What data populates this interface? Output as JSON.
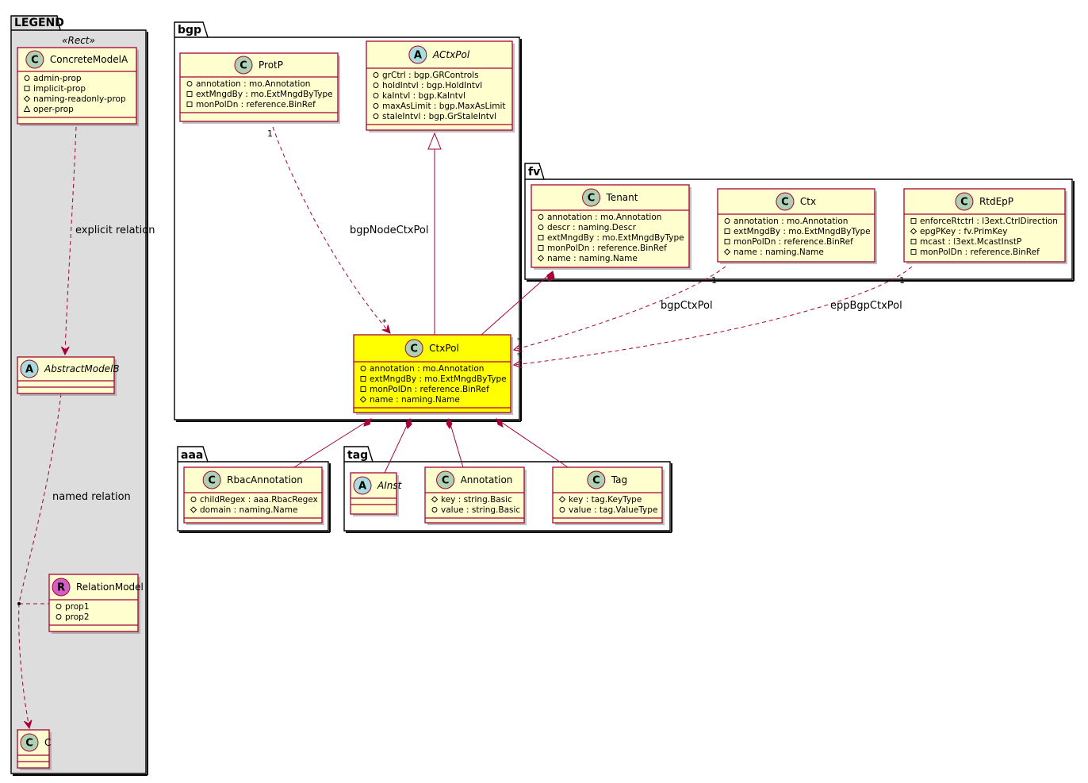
{
  "colors": {
    "border": "#A80036",
    "classFill": "#FEFECE",
    "highlightFill": "#FFFF00",
    "legendFill": "#DDDDDD",
    "classCircle": "#ADD1B2",
    "abstractCircle": "#A9DCDF",
    "relationCircle": "#D15FC5"
  },
  "packages": {
    "legend": {
      "name": "LEGEND",
      "stereotype": "«Rect»"
    },
    "bgp": {
      "name": "bgp"
    },
    "fv": {
      "name": "fv"
    },
    "aaa": {
      "name": "aaa"
    },
    "tag": {
      "name": "tag"
    }
  },
  "classes": {
    "concreteModelA": {
      "letter": "C",
      "name": "ConcreteModelA",
      "attrs": [
        {
          "vis": "public",
          "text": "admin-prop"
        },
        {
          "vis": "private",
          "text": "implicit-prop"
        },
        {
          "vis": "protected",
          "text": "naming-readonly-prop"
        },
        {
          "vis": "package",
          "text": "oper-prop"
        }
      ]
    },
    "abstractModelB": {
      "letter": "A",
      "name": "AbstractModelB",
      "attrs": []
    },
    "relationModel": {
      "letter": "R",
      "name": "RelationModel",
      "attrs": [
        {
          "vis": "public",
          "text": "prop1"
        },
        {
          "vis": "public",
          "text": "prop2"
        }
      ]
    },
    "c": {
      "letter": "C",
      "name": "C",
      "attrs": []
    },
    "protP": {
      "letter": "C",
      "name": "ProtP",
      "attrs": [
        {
          "vis": "public",
          "text": "annotation : mo.Annotation"
        },
        {
          "vis": "private",
          "text": "extMngdBy : mo.ExtMngdByType"
        },
        {
          "vis": "private",
          "text": "monPolDn : reference.BinRef"
        }
      ]
    },
    "aCtxPol": {
      "letter": "A",
      "name": "ACtxPol",
      "attrs": [
        {
          "vis": "public",
          "text": "grCtrl : bgp.GRControls"
        },
        {
          "vis": "public",
          "text": "holdIntvl : bgp.HoldIntvl"
        },
        {
          "vis": "public",
          "text": "kaIntvl : bgp.KaIntvl"
        },
        {
          "vis": "public",
          "text": "maxAsLimit : bgp.MaxAsLimit"
        },
        {
          "vis": "public",
          "text": "staleIntvl : bgp.GrStaleIntvl"
        }
      ]
    },
    "ctxPol": {
      "letter": "C",
      "name": "CtxPol",
      "attrs": [
        {
          "vis": "public",
          "text": "annotation : mo.Annotation"
        },
        {
          "vis": "private",
          "text": "extMngdBy : mo.ExtMngdByType"
        },
        {
          "vis": "private",
          "text": "monPolDn : reference.BinRef"
        },
        {
          "vis": "protected",
          "text": "name : naming.Name"
        }
      ]
    },
    "tenant": {
      "letter": "C",
      "name": "Tenant",
      "attrs": [
        {
          "vis": "public",
          "text": "annotation : mo.Annotation"
        },
        {
          "vis": "public",
          "text": "descr : naming.Descr"
        },
        {
          "vis": "private",
          "text": "extMngdBy : mo.ExtMngdByType"
        },
        {
          "vis": "private",
          "text": "monPolDn : reference.BinRef"
        },
        {
          "vis": "protected",
          "text": "name : naming.Name"
        }
      ]
    },
    "ctx": {
      "letter": "C",
      "name": "Ctx",
      "attrs": [
        {
          "vis": "public",
          "text": "annotation : mo.Annotation"
        },
        {
          "vis": "private",
          "text": "extMngdBy : mo.ExtMngdByType"
        },
        {
          "vis": "private",
          "text": "monPolDn : reference.BinRef"
        },
        {
          "vis": "protected",
          "text": "name : naming.Name"
        }
      ]
    },
    "rtdEpP": {
      "letter": "C",
      "name": "RtdEpP",
      "attrs": [
        {
          "vis": "private",
          "text": "enforceRtctrl : l3ext.CtrlDirection"
        },
        {
          "vis": "protected",
          "text": "epgPKey : fv.PrimKey"
        },
        {
          "vis": "private",
          "text": "mcast : l3ext.McastInstP"
        },
        {
          "vis": "private",
          "text": "monPolDn : reference.BinRef"
        }
      ]
    },
    "rbacAnnotation": {
      "letter": "C",
      "name": "RbacAnnotation",
      "attrs": [
        {
          "vis": "public",
          "text": "childRegex : aaa.RbacRegex"
        },
        {
          "vis": "protected",
          "text": "domain : naming.Name"
        }
      ]
    },
    "aInst": {
      "letter": "A",
      "name": "AInst",
      "attrs": []
    },
    "annotation": {
      "letter": "C",
      "name": "Annotation",
      "attrs": [
        {
          "vis": "protected",
          "text": "key : string.Basic"
        },
        {
          "vis": "public",
          "text": "value : string.Basic"
        }
      ]
    },
    "tag": {
      "letter": "C",
      "name": "Tag",
      "attrs": [
        {
          "vis": "protected",
          "text": "key : tag.KeyType"
        },
        {
          "vis": "public",
          "text": "value : tag.ValueType"
        }
      ]
    }
  },
  "relations": {
    "explicit": "explicit relation",
    "named": "named relation",
    "bgpNodeCtxPol": "bgpNodeCtxPol",
    "bgpCtxPol": "bgpCtxPol",
    "eppBgpCtxPol": "eppBgpCtxPol"
  },
  "multiplicities": {
    "one": "1",
    "many": "*"
  }
}
